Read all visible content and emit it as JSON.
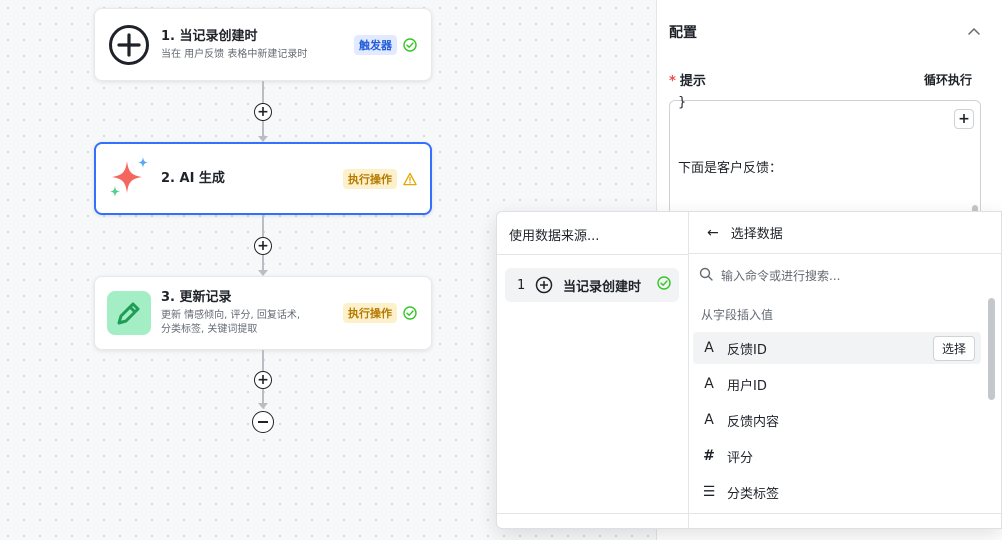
{
  "workflow": {
    "nodes": [
      {
        "title": "1. 当记录创建时",
        "subtitle": "当在 用户反馈 表格中新建记录时",
        "badge": "触发器",
        "status": "ok"
      },
      {
        "title": "2. AI 生成",
        "subtitle": "",
        "badge": "执行操作",
        "status": "warning"
      },
      {
        "title": "3. 更新记录",
        "subtitle": "更新 情感倾向, 评分, 回复话术, 分类标签, 关键词提取",
        "badge": "执行操作",
        "status": "ok"
      }
    ],
    "add_symbol": "+"
  },
  "config": {
    "title": "配置",
    "prompt_label": "提示",
    "required_mark": "*",
    "loop_label": "循环执行",
    "prompt_brace": "}",
    "prompt_text": "下面是客户反馈：",
    "prompt_add_symbol": "+"
  },
  "picker": {
    "source_title": "使用数据来源...",
    "source": {
      "index": "1",
      "label": "当记录创建时"
    },
    "back_arrow": "←",
    "select_title": "选择数据",
    "search_placeholder": "输入命令或进行搜索...",
    "section_label": "从字段插入值",
    "select_button": "选择",
    "fields": [
      {
        "label": "反馈ID",
        "icon": "text-field-icon",
        "glyph": "A"
      },
      {
        "label": "用户ID",
        "icon": "text-field-icon",
        "glyph": "A"
      },
      {
        "label": "反馈内容",
        "icon": "text-field-icon",
        "glyph": "A"
      },
      {
        "label": "评分",
        "icon": "number-field-icon",
        "glyph": "#"
      },
      {
        "label": "分类标签",
        "icon": "multi-select-icon",
        "glyph": "☰"
      }
    ]
  },
  "colors": {
    "accent": "#3370ff",
    "ok": "#34c724",
    "warning": "#e3a700",
    "danger": "#f54a45"
  }
}
